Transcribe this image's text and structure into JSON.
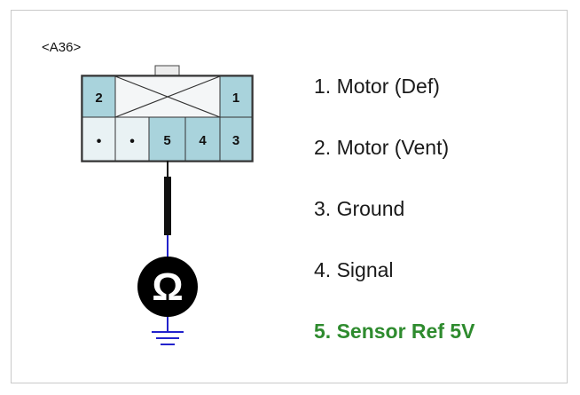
{
  "connector": {
    "id_label": "<A36>",
    "pins": [
      {
        "number": "1"
      },
      {
        "number": "2"
      },
      {
        "number": "3"
      },
      {
        "number": "4"
      },
      {
        "number": "5",
        "connected": true
      },
      {
        "number": "•"
      },
      {
        "number": "•"
      }
    ]
  },
  "legend": [
    {
      "text": "1. Motor (Def)",
      "highlight": false
    },
    {
      "text": "2. Motor (Vent)",
      "highlight": false
    },
    {
      "text": "3. Ground",
      "highlight": false
    },
    {
      "text": "4. Signal",
      "highlight": false
    },
    {
      "text": "5. Sensor Ref 5V",
      "highlight": true
    }
  ],
  "meter": {
    "symbol": "Ω",
    "icon": "ohmmeter-icon"
  },
  "ground": {
    "icon": "ground-icon"
  },
  "colors": {
    "pin_fill": "#a9d3dc",
    "empty_cavity": "#e9f2f4",
    "lead_wire": "#111111",
    "ground_wire": "#2222cc",
    "highlight": "#2e8b2e"
  }
}
